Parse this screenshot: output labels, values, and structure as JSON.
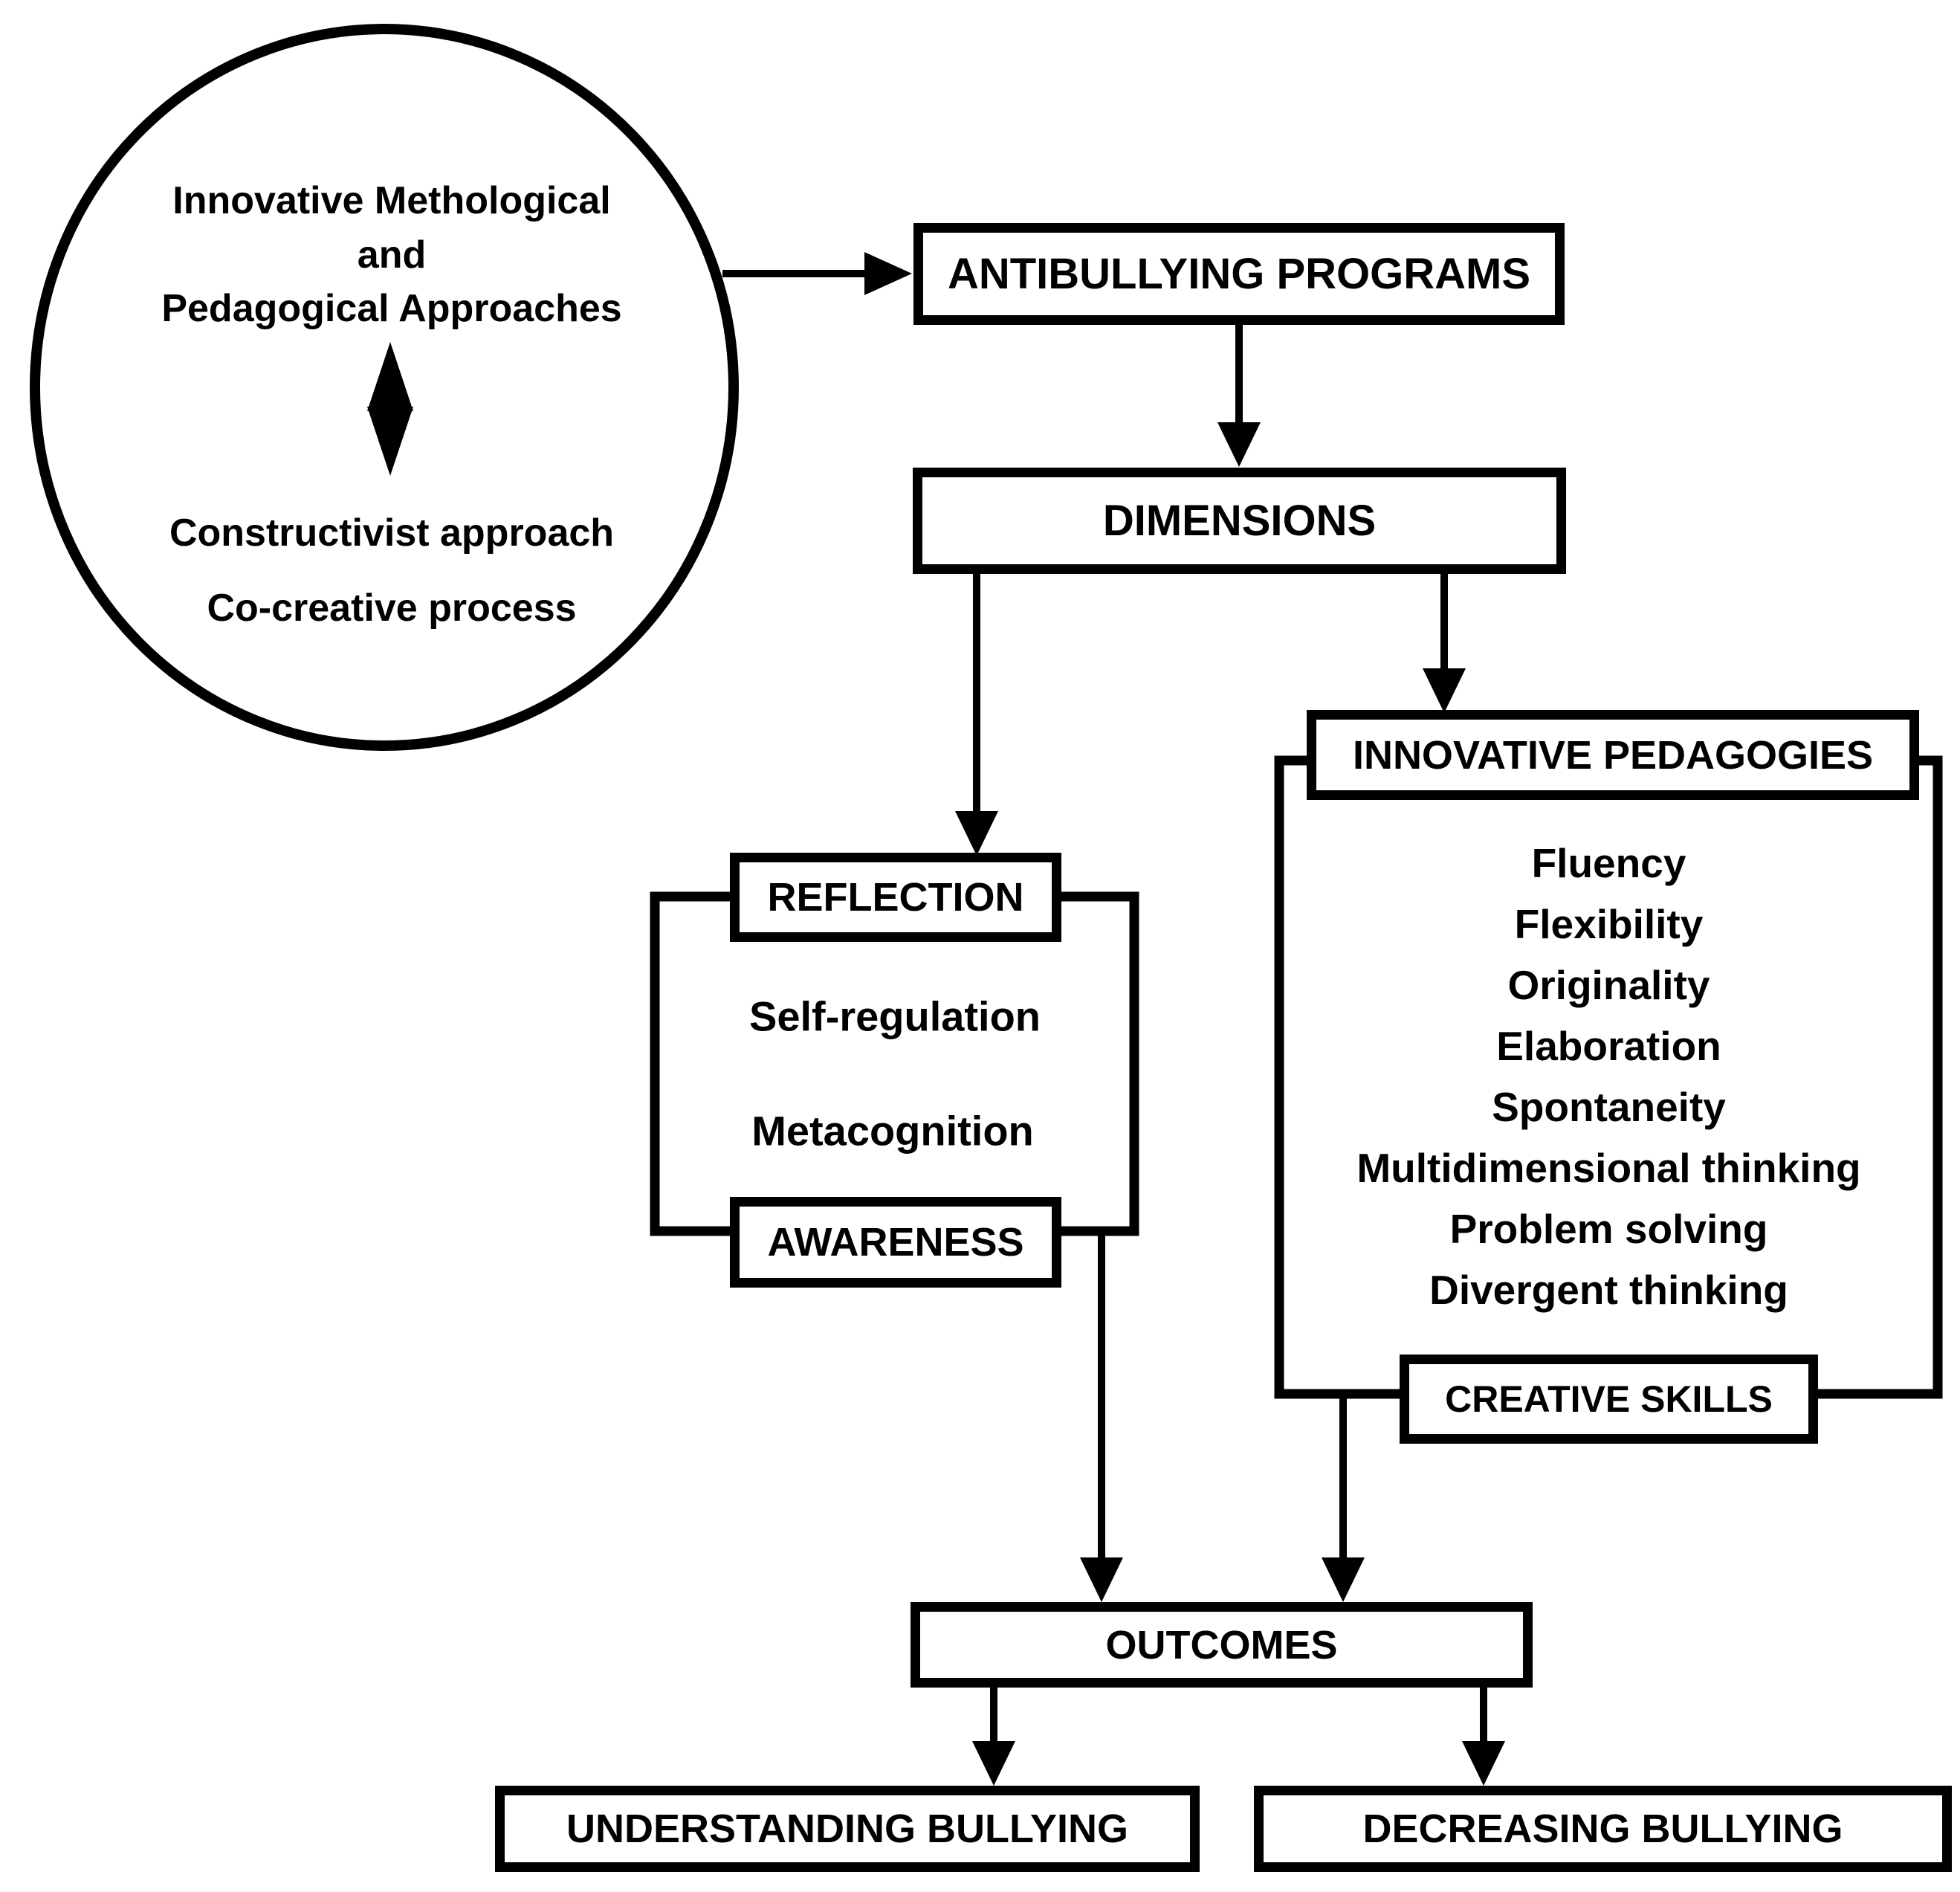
{
  "colors": {
    "ink": "#000000",
    "paper": "#ffffff"
  },
  "bubble": {
    "line1": "Innovative Methological",
    "line2": "and",
    "line3": "Pedagogical Approaches",
    "approach1": "Constructivist approach",
    "approach2": "Co-creative process"
  },
  "boxes": {
    "antibullying_programs": "ANTIBULLYING PROGRAMS",
    "dimensions": "DIMENSIONS",
    "reflection": "REFLECTION",
    "awareness": "AWARENESS",
    "innovative_pedagogies": "INNOVATIVE PEDAGOGIES",
    "creative_skills": "CREATIVE SKILLS",
    "outcomes": "OUTCOMES",
    "understanding_bullying": "UNDERSTANDING BULLYING",
    "decreasing_bullying": "DECREASING BULLYING"
  },
  "reflection_group": {
    "item1": "Self-regulation",
    "item2": "Metacognition"
  },
  "creative_skill_items": [
    "Fluency",
    "Flexibility",
    "Originality",
    "Elaboration",
    "Spontaneity",
    "Multidimensional thinking",
    "Problem solving",
    "Divergent thinking"
  ]
}
